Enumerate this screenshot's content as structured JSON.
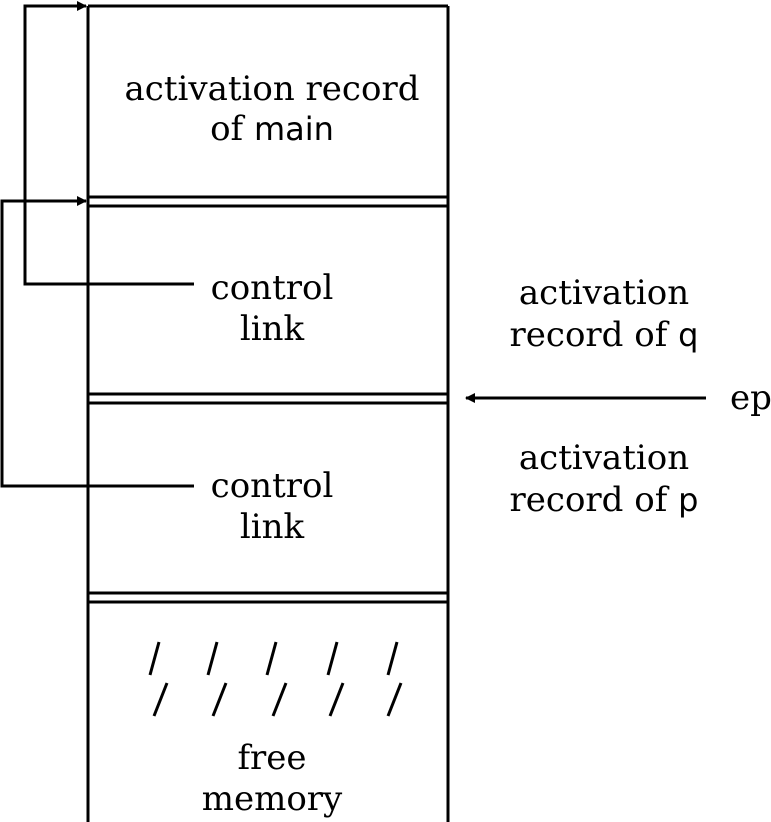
{
  "main_record": {
    "line1": "activation record",
    "line2_prefix": "of ",
    "line2_name": "main"
  },
  "q_block": {
    "link_line1": "control",
    "link_line2": "link"
  },
  "p_block": {
    "link_line1": "control",
    "link_line2": "link"
  },
  "q_label": {
    "line1": "activation",
    "line2_prefix": "record of ",
    "line2_name": "q"
  },
  "p_label": {
    "line1": "activation",
    "line2_prefix": "record of ",
    "line2_name": "p"
  },
  "ep_label": "ep",
  "free_memory": {
    "line1": "free",
    "line2": "memory"
  }
}
